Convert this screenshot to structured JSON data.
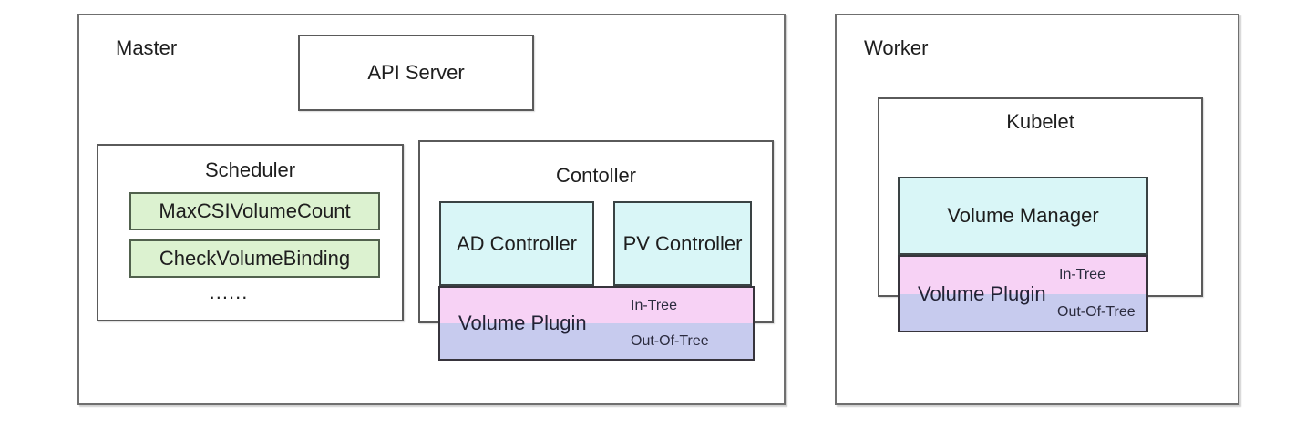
{
  "colors": {
    "cyan": "#d9f6f7",
    "pink": "#f7d2f5",
    "purple": "#c7cbee",
    "green": "#dcf2d0"
  },
  "master": {
    "label": "Master",
    "api_server_label": "API Server",
    "scheduler": {
      "label": "Scheduler",
      "predicates": [
        "MaxCSIVolumeCount",
        "CheckVolumeBinding"
      ],
      "ellipsis": "......"
    },
    "controller": {
      "label": "Contoller",
      "ad_label": "AD Controller",
      "pv_label": "PV Controller",
      "volume_plugin": {
        "label": "Volume Plugin",
        "in_tree": "In-Tree",
        "out_of_tree": "Out-Of-Tree"
      }
    }
  },
  "worker": {
    "label": "Worker",
    "kubelet": {
      "label": "Kubelet",
      "volume_manager_label": "Volume Manager",
      "volume_plugin": {
        "label": "Volume Plugin",
        "in_tree": "In-Tree",
        "out_of_tree": "Out-Of-Tree"
      }
    }
  }
}
